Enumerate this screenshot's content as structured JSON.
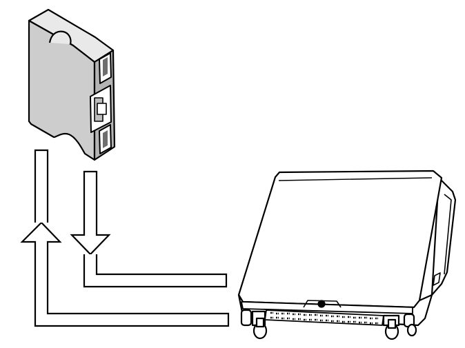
{
  "diagram": {
    "components": [
      {
        "name": "relay-module",
        "icon": "relay-module-icon"
      },
      {
        "name": "control-unit",
        "icon": "ecu-icon"
      }
    ],
    "connections": [
      {
        "name": "signal-to-relay",
        "direction": "up"
      },
      {
        "name": "signal-from-relay",
        "direction": "down"
      }
    ],
    "colors": {
      "outline": "#000000",
      "relay_fill": "#cdcdcd",
      "relay_dark": "#6e6e6e",
      "ecu_fill": "#ffffff",
      "background": "#ffffff"
    }
  }
}
